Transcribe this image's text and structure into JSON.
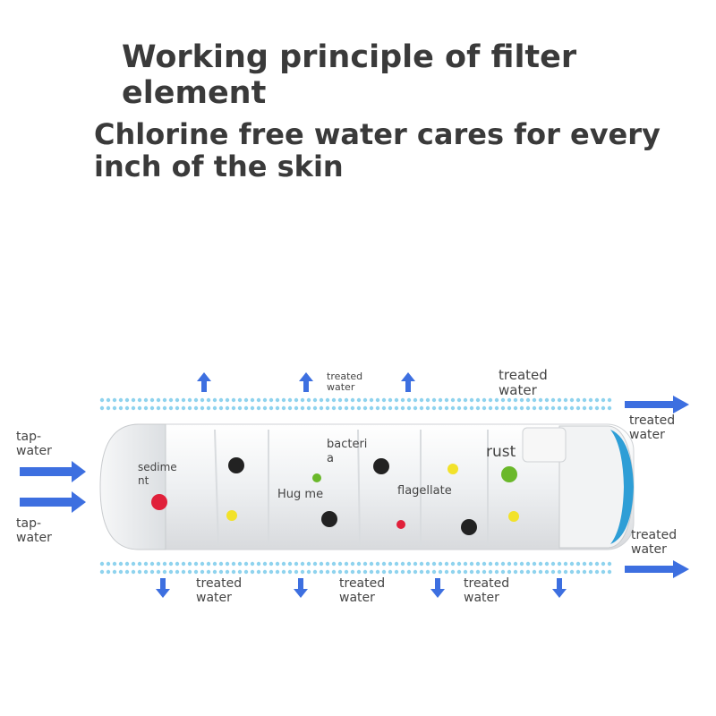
{
  "title": "Working principle of filter element",
  "subtitle": "Chlorine free water cares for every inch of the skin",
  "labels": {
    "tap_water_top": "tap-\nwater",
    "tap_water_bottom": "tap-\nwater",
    "treated_top_1": "treated\nwater",
    "treated_top_2": "treated\nwater",
    "treated_right_top": "treated\nwater",
    "treated_right_bottom": "treated\nwater",
    "treated_bottom_1": "treated\nwater",
    "treated_bottom_2": "treated\nwater",
    "treated_bottom_3": "treated\nwater",
    "sediment": "sedime\nnt",
    "bacteria": "bacteri\na",
    "hug_me": "Hug me",
    "flagellate": "flagellate",
    "rust": "rust"
  },
  "colors": {
    "arrow": "#3d6fe0",
    "dots": "#8fd3ee",
    "filter_body": "#eceef0",
    "filter_cap_accent": "#2e9ed6",
    "particle_black": "#222222",
    "particle_red": "#e0203a",
    "particle_yellow": "#f2e22a",
    "particle_green": "#6ab82a"
  }
}
